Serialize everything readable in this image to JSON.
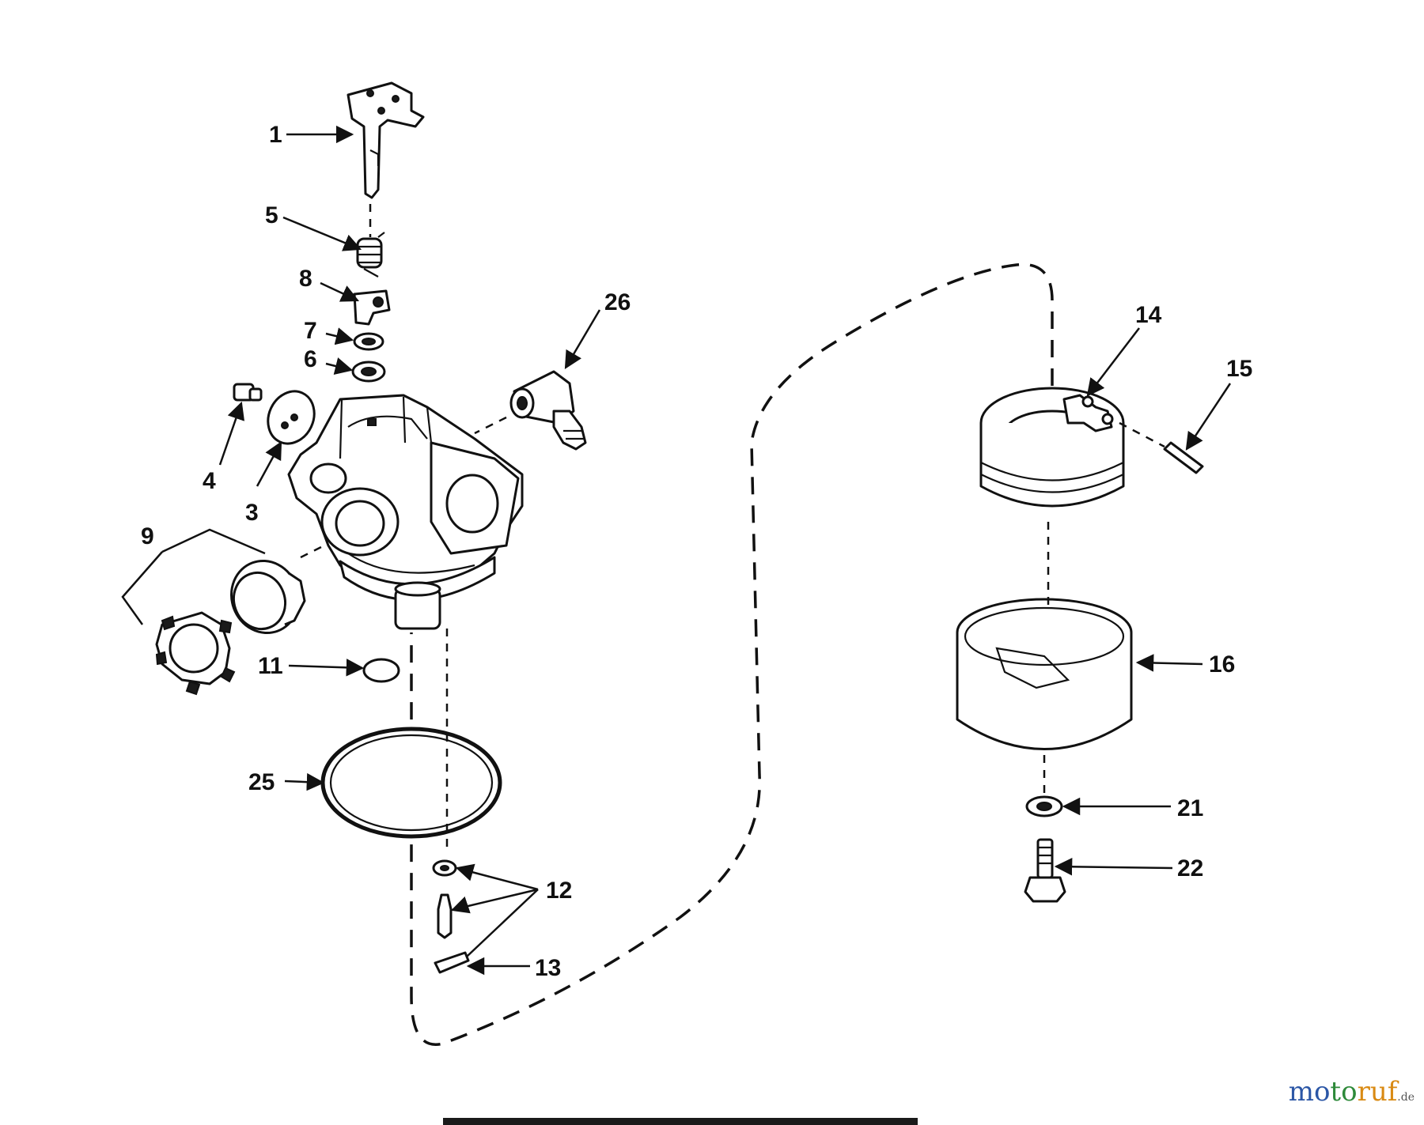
{
  "labels": {
    "l1": "1",
    "l3": "3",
    "l4": "4",
    "l5": "5",
    "l6": "6",
    "l7": "7",
    "l8": "8",
    "l9": "9",
    "l11": "11",
    "l12": "12",
    "l13": "13",
    "l14": "14",
    "l15": "15",
    "l16": "16",
    "l21": "21",
    "l22": "22",
    "l25": "25",
    "l26": "26"
  },
  "watermark": {
    "part1": "mo",
    "part2": "to",
    "part3": "ruf",
    "suffix": ".de"
  },
  "colors": {
    "ink": "#111111",
    "watermark_blue": "#2b56a6",
    "watermark_green": "#2e8a3a",
    "watermark_orange": "#d98a13"
  }
}
